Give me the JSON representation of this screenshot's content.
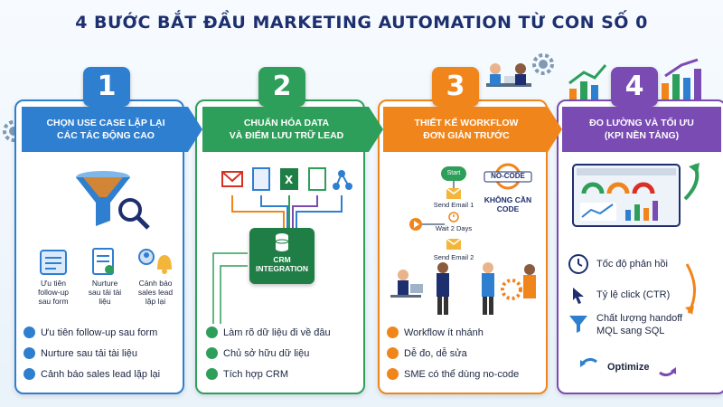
{
  "title": "4 BƯỚC BẮT ĐẦU MARKETING AUTOMATION TỪ CON SỐ 0",
  "steps": [
    {
      "number": "1",
      "heading_line1": "CHỌN USE CASE LẶP LẠI",
      "heading_line2": "CÁC TÁC ĐỘNG CAO",
      "icons": [
        {
          "label_line1": "Ưu tiên",
          "label_line2": "follow-up",
          "label_line3": "sau form"
        },
        {
          "label_line1": "Nurture",
          "label_line2": "sau tải tài",
          "label_line3": "liệu"
        },
        {
          "label_line1": "Cảnh báo",
          "label_line2": "sales lead",
          "label_line3": "lặp lại"
        }
      ],
      "bullets": [
        "Ưu tiên follow-up sau form",
        "Nurture sau tải tài liệu",
        "Cảnh báo sales lead lặp lại"
      ]
    },
    {
      "number": "2",
      "heading_line1": "CHUẨN HÓA DATA",
      "heading_line2": "VÀ ĐIỂM LƯU TRỮ LEAD",
      "crm_line1": "CRM",
      "crm_line2": "INTEGRATION",
      "bullets": [
        "Làm rõ dữ liệu đi về đâu",
        "Chủ sở hữu dữ liệu",
        "Tích hợp CRM"
      ]
    },
    {
      "number": "3",
      "heading_line1": "THIẾT KẾ WORKFLOW",
      "heading_line2": "ĐƠN GIẢN TRƯỚC",
      "flow": {
        "start": "Start",
        "email1": "Send Email 1",
        "wait": "Wait 2 Days",
        "email2": "Send Email 2"
      },
      "nocode_badge": "NO-CODE",
      "nocode_line1": "KHÔNG CẦN",
      "nocode_line2": "CODE",
      "bullets": [
        "Workflow ít nhánh",
        "Dễ đo, dễ sửa",
        "SME có thể dùng no-code"
      ]
    },
    {
      "number": "4",
      "heading_line1": "ĐO LƯỜNG VÀ TỐI ƯU",
      "heading_line2": "(KPI NỀN TẢNG)",
      "metrics": [
        "Tốc độ phản hồi",
        "Tỷ lệ click (CTR)",
        "Chất lượng handoff",
        "MQL sang SQL",
        "Optimize"
      ]
    }
  ],
  "colors": {
    "step1": "#2f7fd0",
    "step2": "#2e9f5a",
    "step3": "#f0861b",
    "step4": "#7a4bb3",
    "title": "#1d2f6f"
  }
}
